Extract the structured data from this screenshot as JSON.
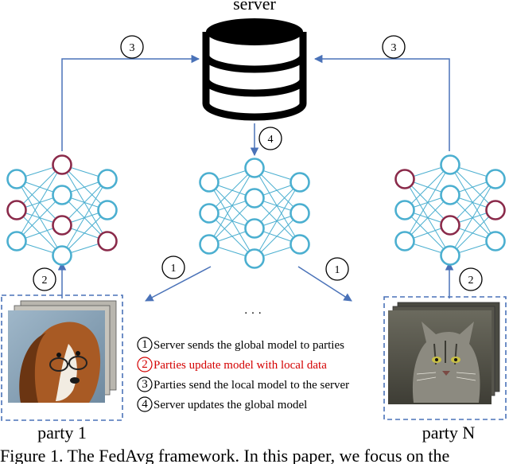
{
  "server": {
    "label": "server"
  },
  "steps": {
    "n1": "1",
    "n2": "2",
    "n3": "3",
    "n4": "4"
  },
  "parties": {
    "left": "party 1",
    "right": "party N",
    "ellipsis": "· · ·"
  },
  "legend": [
    {
      "num": "1",
      "text": "Server sends the global model to parties",
      "highlight": false
    },
    {
      "num": "2",
      "text": "Parties update model with local data",
      "highlight": true
    },
    {
      "num": "3",
      "text": "Parties send the local model to the server",
      "highlight": false
    },
    {
      "num": "4",
      "text": "Server updates the global model",
      "highlight": false
    }
  ],
  "caption": "Figure 1. The FedAvg framework. In this paper, we focus on the",
  "colors": {
    "arrow": "#4a72b8",
    "node": "#4bafd0",
    "node_local": "#8a2a4a",
    "dashed_box": "#4a72b8",
    "highlight_text": "#d40000"
  }
}
